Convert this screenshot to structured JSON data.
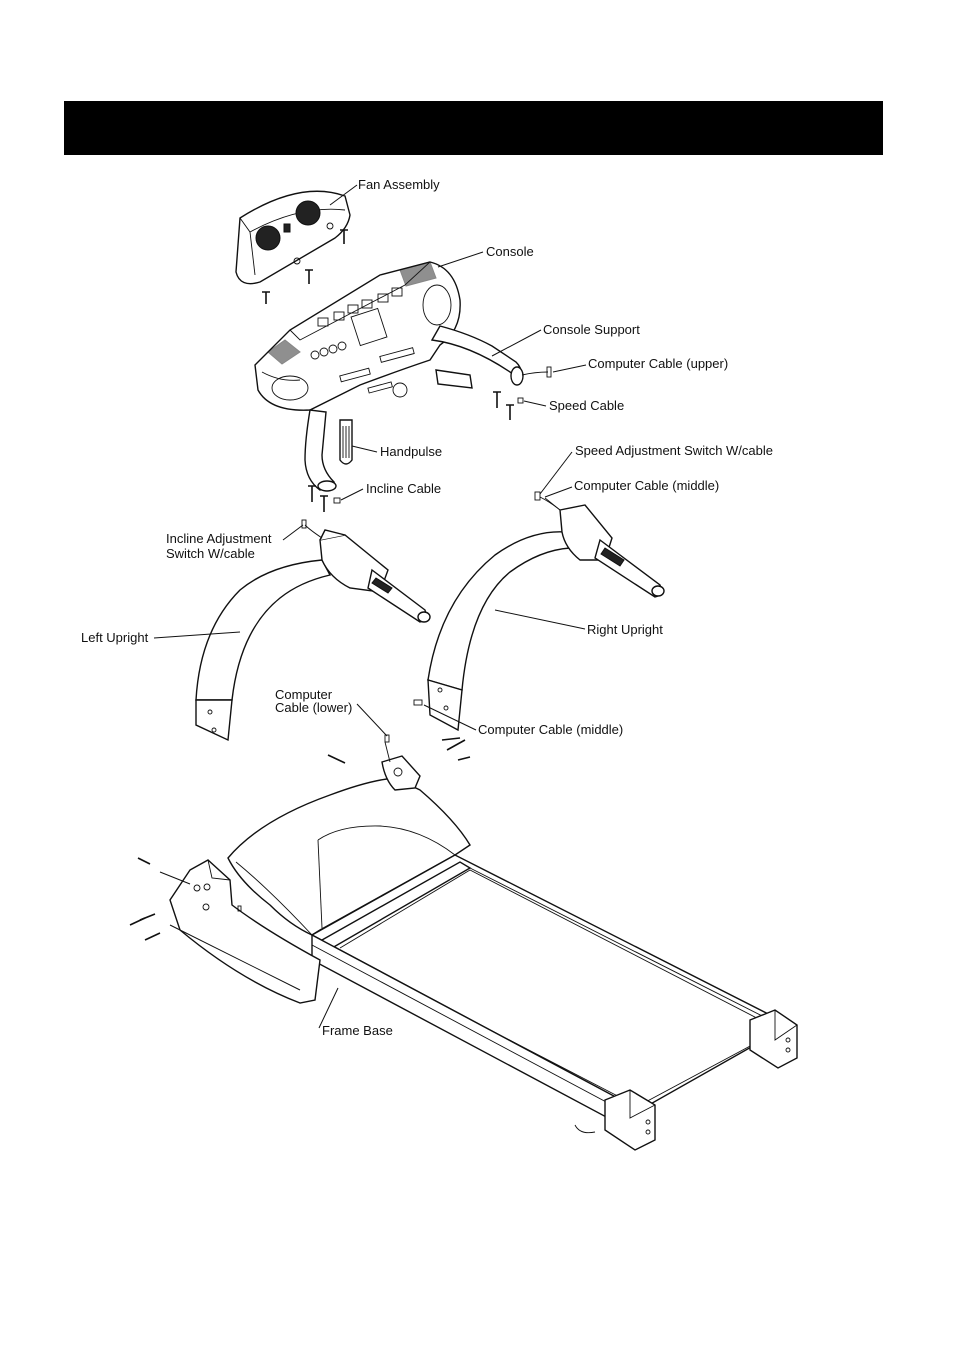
{
  "labels": {
    "fan_assembly": "Fan Assembly",
    "console": "Console",
    "console_support": "Console Support",
    "computer_cable_upper": "Computer Cable (upper)",
    "speed_cable": "Speed Cable",
    "handpulse": "Handpulse",
    "incline_cable": "Incline Cable",
    "speed_adjustment_switch": "Speed Adjustment Switch  W/cable",
    "computer_cable_middle_top": "Computer Cable (middle)",
    "incline_adjustment_line1": "Incline Adjustment",
    "incline_adjustment_line2": "Switch  W/cable",
    "left_upright": "Left Upright",
    "right_upright": "Right Upright",
    "computer_cable_lower_line1": "Computer",
    "computer_cable_lower_line2": "Cable (lower)",
    "computer_cable_middle_bottom": "Computer Cable (middle)",
    "frame_base": "Frame Base"
  }
}
